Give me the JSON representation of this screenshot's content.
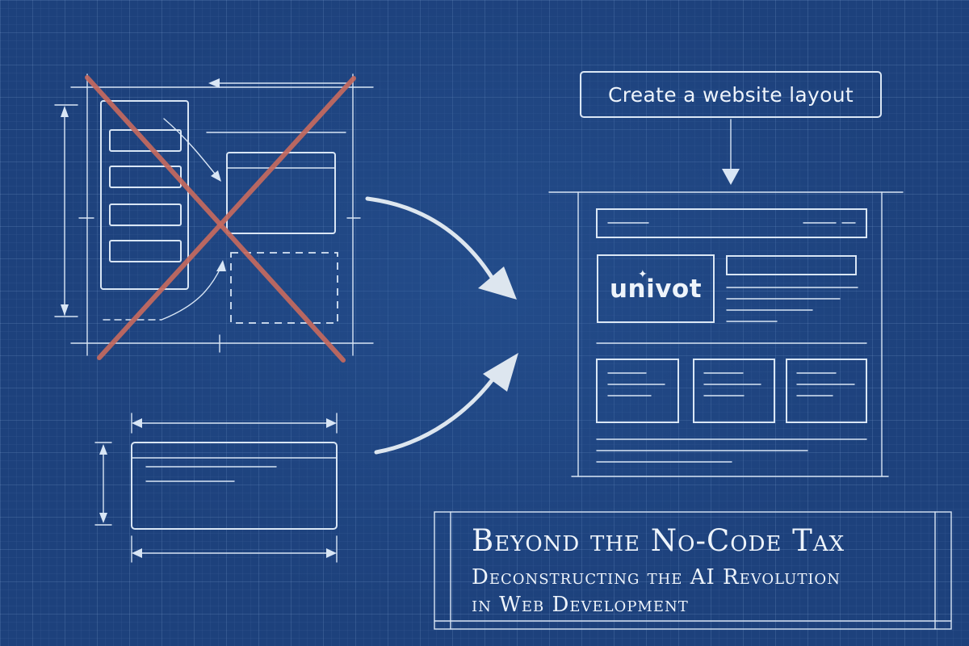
{
  "prompt": {
    "text": "Create a website layout"
  },
  "brand": {
    "logo_text": "univot",
    "logo_spark": "✦"
  },
  "title": {
    "main": "Beyond the No-Code Tax",
    "subtitle_line1": "Deconstructing the AI Revolution",
    "subtitle_line2": "in Web Development"
  },
  "colors": {
    "background": "#1d417c",
    "line": "#d9e6f5",
    "cross_out": "#c56a5f"
  },
  "icons": {
    "rejected_layout": "crossed-out-wireframe",
    "flow_arrows": "curved-arrows",
    "result": "website-wireframe"
  }
}
